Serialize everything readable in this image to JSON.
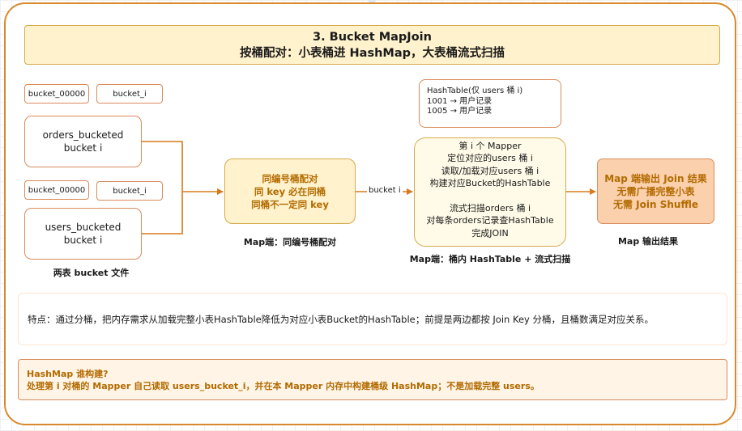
{
  "title": {
    "line1": "3. Bucket MapJoin",
    "line2": "按桶配对：小表桶进 HashMap，大表桶流式扫描"
  },
  "left": {
    "orders_files": [
      "bucket_00000",
      "bucket_i"
    ],
    "orders_box": [
      "orders_bucketed",
      "bucket i"
    ],
    "users_files": [
      "bucket_00000",
      "bucket_i"
    ],
    "users_box": [
      "users_bucketed",
      "bucket i"
    ],
    "caption": "两表 bucket 文件"
  },
  "pairing": {
    "lines": [
      "同编号桶配对",
      "同 key 必在同桶",
      "同桶不一定同 key"
    ],
    "caption": "Map端：同编号桶配对"
  },
  "edge_label": "bucket i",
  "hashtable": {
    "lines": [
      "HashTable(仅 users 桶 i)",
      "1001 → 用户记录",
      "1005 → 用户记录"
    ]
  },
  "mapper": {
    "lines": [
      "第 i 个 Mapper",
      "定位对应的users 桶 i",
      "读取/加载对应users 桶 i",
      "构建对应Bucket的HashTable",
      "",
      "流式扫描orders 桶 i",
      "对每条orders记录查HashTable",
      "完成JOIN"
    ],
    "caption": "Map端：桶内 HashTable + 流式扫描"
  },
  "output": {
    "lines": [
      "Map 端输出 Join 结果",
      "无需广播完整小表",
      "无需 Join Shuffle"
    ],
    "caption": "Map 输出结果"
  },
  "feature_note": "特点：通过分桶，把内存需求从加载完整小表HashTable降低为对应小表Bucket的HashTable；前提是两边都按 Join Key 分桶，且桶数满足对应关系。",
  "hashmap_note": {
    "question": "HashMap 谁构建?",
    "answer": "处理第 i 对桶的 Mapper 自己读取 users_bucket_i，并在本 Mapper 内存中构建桶级 HashMap；不是加载完整 users。"
  },
  "colors": {
    "frame": "#d9892b",
    "title_fill": "#fff2cc",
    "box_border": "#d98b5a",
    "accent_text": "#b36b00",
    "output_fill": "#fbd0ad",
    "edge": "#d97a1a"
  }
}
